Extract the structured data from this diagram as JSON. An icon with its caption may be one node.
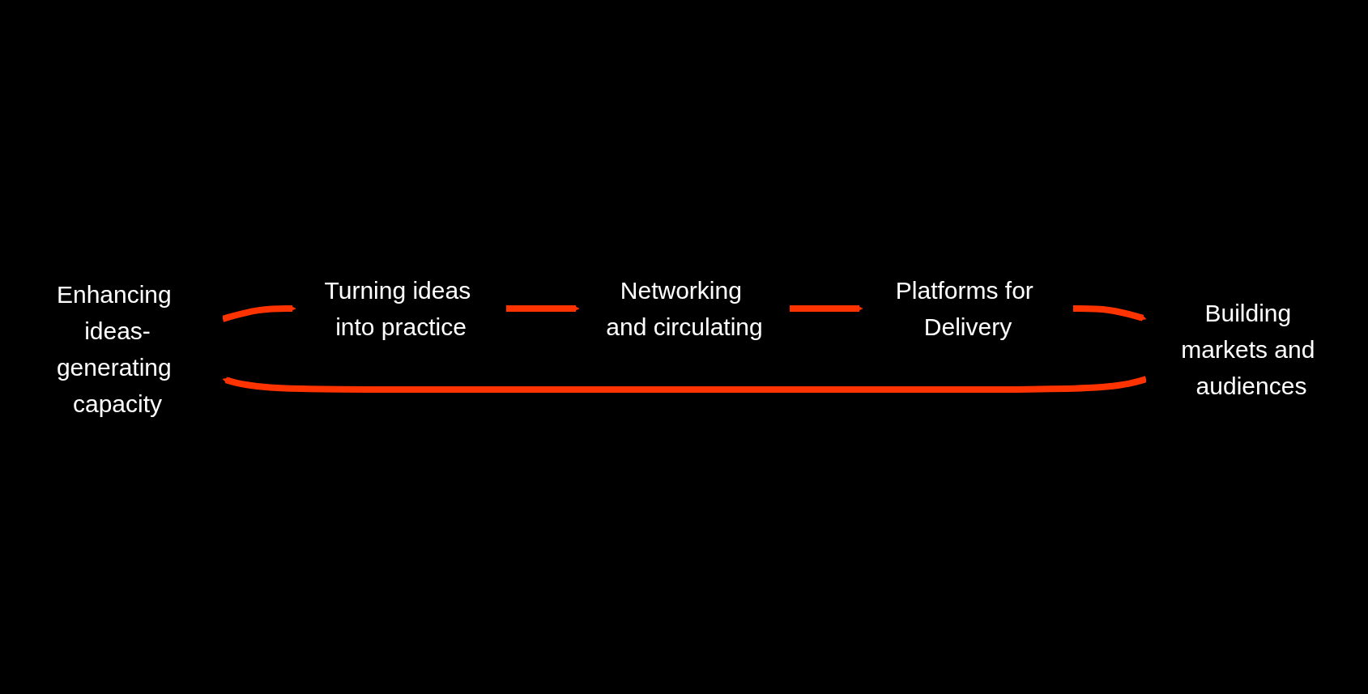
{
  "diagram": {
    "nodes": [
      {
        "text": [
          "Enhancing ideas-generating capacity"
        ]
      },
      {
        "text": [
          "Turning ideas into practice"
        ]
      },
      {
        "text": [
          "Networking and circulating"
        ]
      },
      {
        "text": [
          "Platforms for Delivery"
        ]
      },
      {
        "text": [
          "Building markets and audiences"
        ]
      }
    ],
    "edges": [
      {
        "from": 0,
        "to": 1,
        "arrow": "to"
      },
      {
        "from": 1,
        "to": 2,
        "arrow": "to"
      },
      {
        "from": 2,
        "to": 3,
        "arrow": "to"
      },
      {
        "from": 3,
        "to": 4,
        "arrow": "to"
      },
      {
        "from": 4,
        "to": 0,
        "arrow": "to"
      }
    ]
  }
}
